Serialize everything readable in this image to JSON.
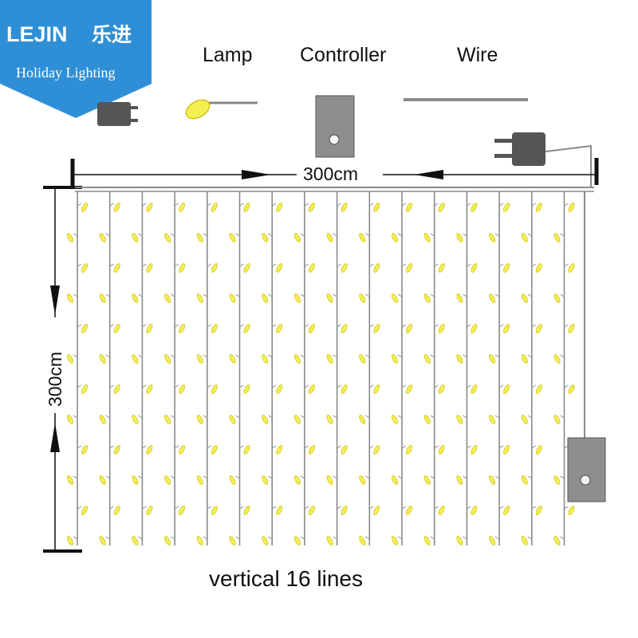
{
  "brand": {
    "name": "LEJIN",
    "name_cn": "乐进",
    "tagline": "Holiday Lighting",
    "color": "#2f8fd6"
  },
  "legend": {
    "lamp": "Lamp",
    "controller": "Controller",
    "wire": "Wire"
  },
  "dimensions": {
    "width": "300cm",
    "height": "300cm"
  },
  "caption": "vertical 16 lines",
  "diagram_facts": {
    "vertical_lines": 16,
    "lamp_rows": 12,
    "lamp_color": "#f3ee52",
    "wire_color": "#8a8a8a",
    "controller_color": "#8e8e8e"
  }
}
